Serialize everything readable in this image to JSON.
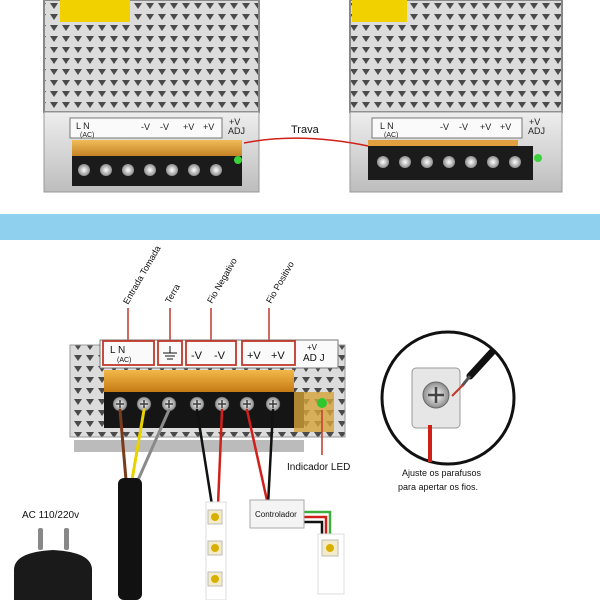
{
  "top_panel": {
    "latch_label": "Trava",
    "terminal_labels": [
      "L  N",
      "(AC)",
      "-V",
      "-V",
      "+V",
      "+V",
      "+V",
      "ADJ"
    ]
  },
  "bottom_panel": {
    "callouts": {
      "entrada": "Entrada Tomada",
      "terra": "Terra",
      "negativo": "Fio Negativo",
      "positivo": "Fio Positivo"
    },
    "terminal_labels": {
      "ln": "L    N",
      "ac": "(AC)",
      "neg1": "-V",
      "neg2": "-V",
      "pos1": "+V",
      "pos2": "+V",
      "adj_top": "+V",
      "adj": "AD J"
    },
    "led_indicator": "Indicador LED",
    "ac_voltage": "AC 110/220v",
    "controller": "Controlador",
    "screw_tip_line1": "Ajuste os parafusos",
    "screw_tip_line2": "para apertar os fios.",
    "colors": {
      "callout_box": "#c0392b",
      "divider": "#8fd0ee",
      "brown_wire": "#7a3b1a",
      "yellow_wire": "#e8d200",
      "gray_wire": "#8a8a8a",
      "red_wire": "#d0201a",
      "black_wire": "#111111",
      "green_wire": "#3fae3f"
    }
  }
}
